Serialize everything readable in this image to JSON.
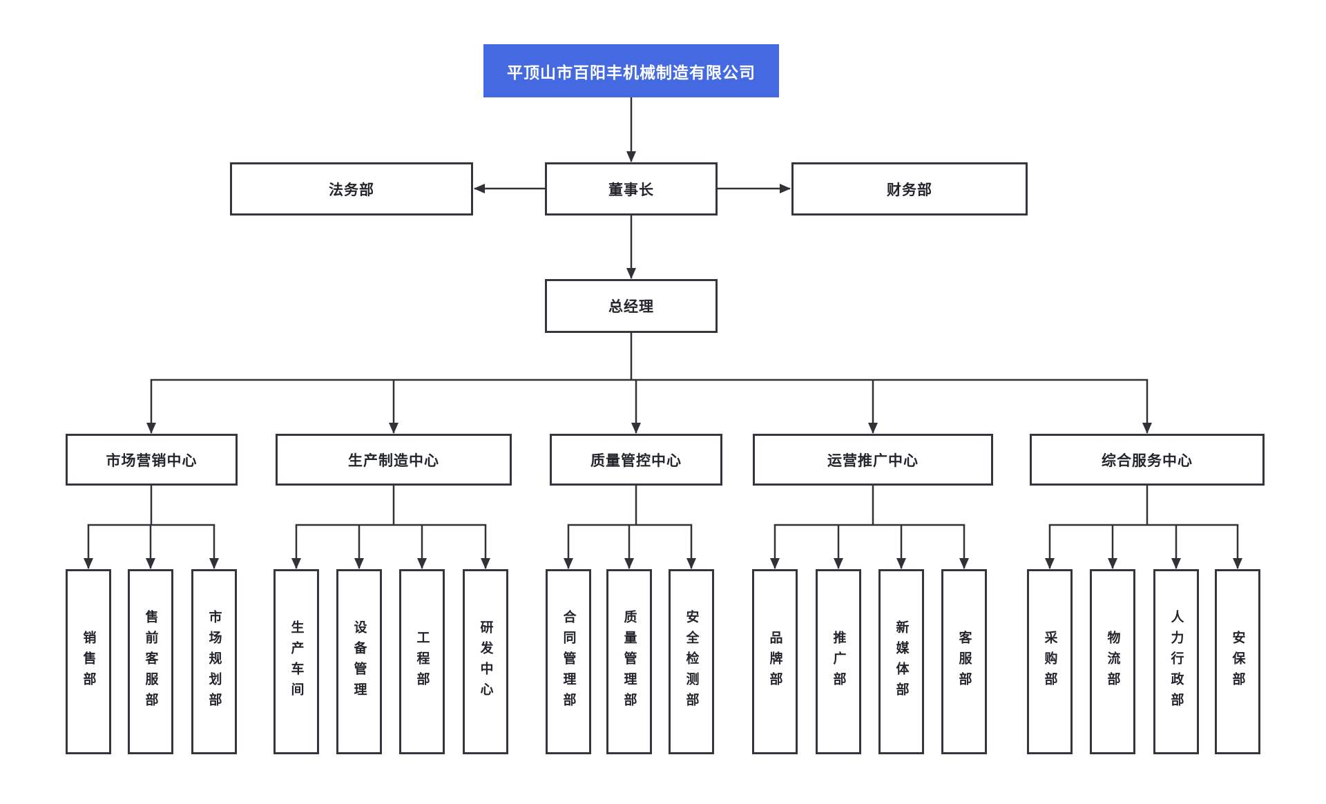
{
  "org": {
    "root": "平顶山市百阳丰机械制造有限公司",
    "level2": {
      "legal": "法务部",
      "chairman": "董事长",
      "finance": "财务部"
    },
    "gm": "总经理",
    "centers": [
      {
        "label": "市场营销中心",
        "children": [
          "销售部",
          "售前客服部",
          "市场规划部"
        ]
      },
      {
        "label": "生产制造中心",
        "children": [
          "生产车间",
          "设备管理",
          "工程部",
          "研发中心"
        ]
      },
      {
        "label": "质量管控中心",
        "children": [
          "合同管理部",
          "质量管理部",
          "安全检测部"
        ]
      },
      {
        "label": "运营推广中心",
        "children": [
          "品牌部",
          "推广部",
          "新媒体部",
          "客服部"
        ]
      },
      {
        "label": "综合服务中心",
        "children": [
          "采购部",
          "物流部",
          "人力行政部",
          "安保部"
        ]
      }
    ],
    "colors": {
      "root_bg": "#4569e1",
      "root_text": "#ffffff",
      "node_bg": "#ffffff",
      "node_border": "#33363d",
      "node_text": "#22252b",
      "connector": "#2f3237"
    }
  }
}
